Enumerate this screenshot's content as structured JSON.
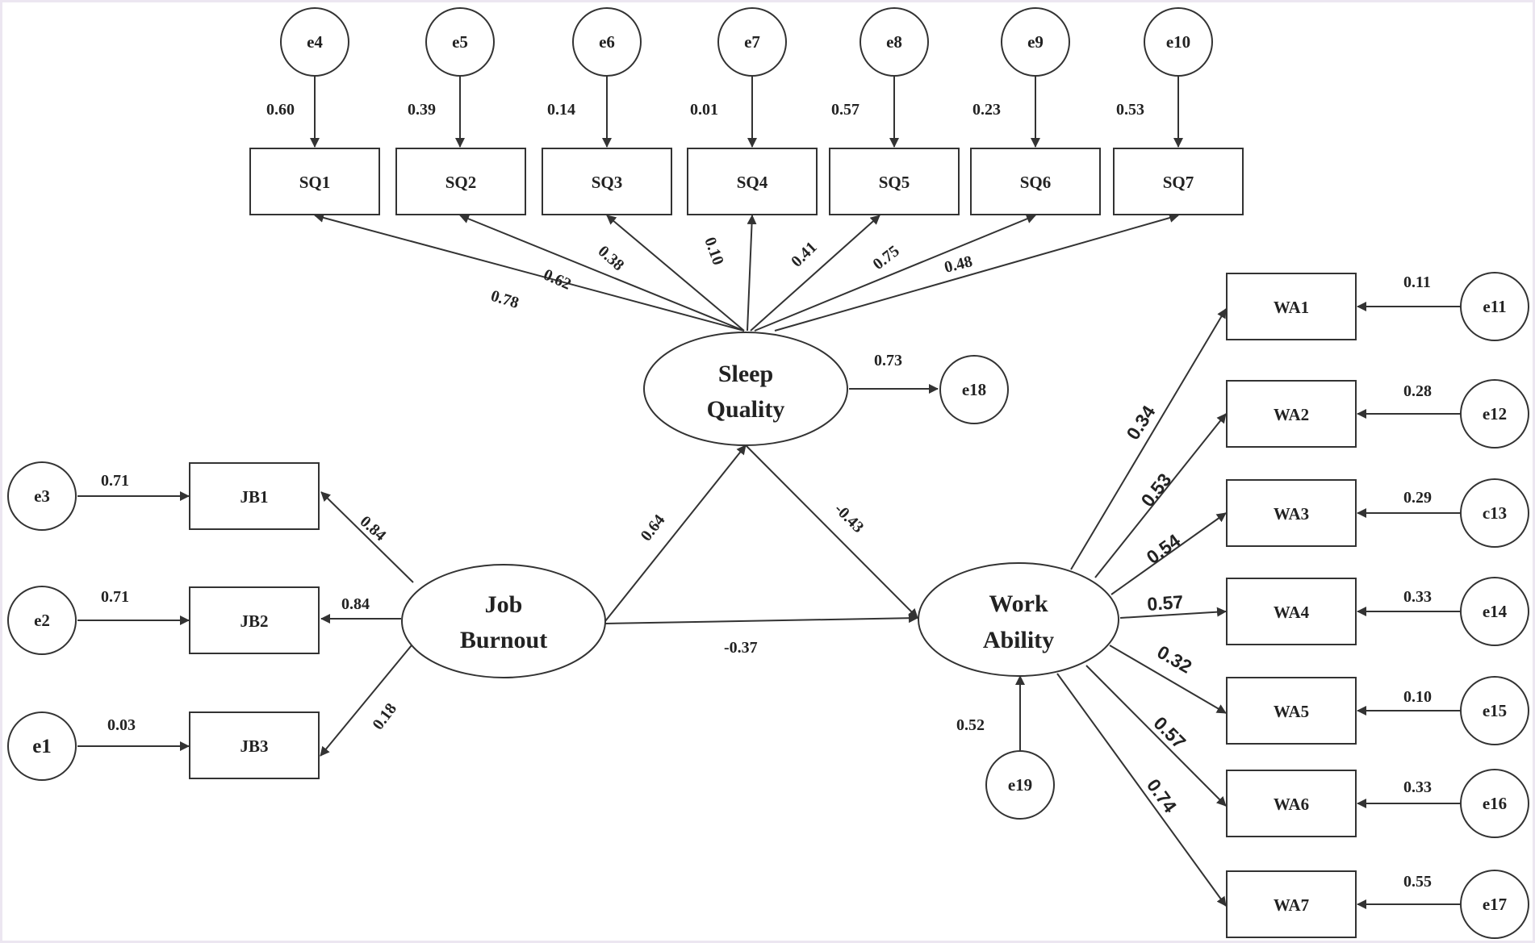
{
  "latents": {
    "sleep_quality": [
      "Sleep",
      "Quality"
    ],
    "job_burnout": [
      "Job",
      "Burnout"
    ],
    "work_ability": [
      "Work",
      "Ability"
    ]
  },
  "indicators": {
    "sq": [
      "SQ1",
      "SQ2",
      "SQ3",
      "SQ4",
      "SQ5",
      "SQ6",
      "SQ7"
    ],
    "jb": [
      "JB1",
      "JB2",
      "JB3"
    ],
    "wa": [
      "WA1",
      "WA2",
      "WA3",
      "WA4",
      "WA5",
      "WA6",
      "WA7"
    ]
  },
  "errors": {
    "sq": [
      "e4",
      "e5",
      "e6",
      "e7",
      "e8",
      "e9",
      "e10"
    ],
    "jb": [
      "e3",
      "e2",
      "e1"
    ],
    "wa": [
      "e11",
      "e12",
      "c13",
      "e14",
      "e15",
      "e16",
      "e17"
    ],
    "sleep_quality": "e18",
    "work_ability": "e19"
  },
  "error_values": {
    "sq": [
      "0.60",
      "0.39",
      "0.14",
      "0.01",
      "0.57",
      "0.23",
      "0.53"
    ],
    "jb": [
      "0.71",
      "0.71",
      "0.03"
    ],
    "wa": [
      "0.11",
      "0.28",
      "0.29",
      "0.33",
      "0.10",
      "0.33",
      "0.55"
    ],
    "sleep_quality": "0.73",
    "work_ability": "0.52"
  },
  "loadings": {
    "sq": [
      "0.78",
      "0.62",
      "0.38",
      "0.10",
      "0.41",
      "0.75",
      "0.48"
    ],
    "jb": [
      "0.84",
      "0.84",
      "0.18"
    ],
    "wa": [
      "0.34",
      "0.53",
      "0.54",
      "0.57",
      "0.32",
      "0.57",
      "0.74"
    ]
  },
  "paths": {
    "burnout_to_sleep": "0.64",
    "sleep_to_work": "-0.43",
    "burnout_to_work": "-0.37"
  }
}
